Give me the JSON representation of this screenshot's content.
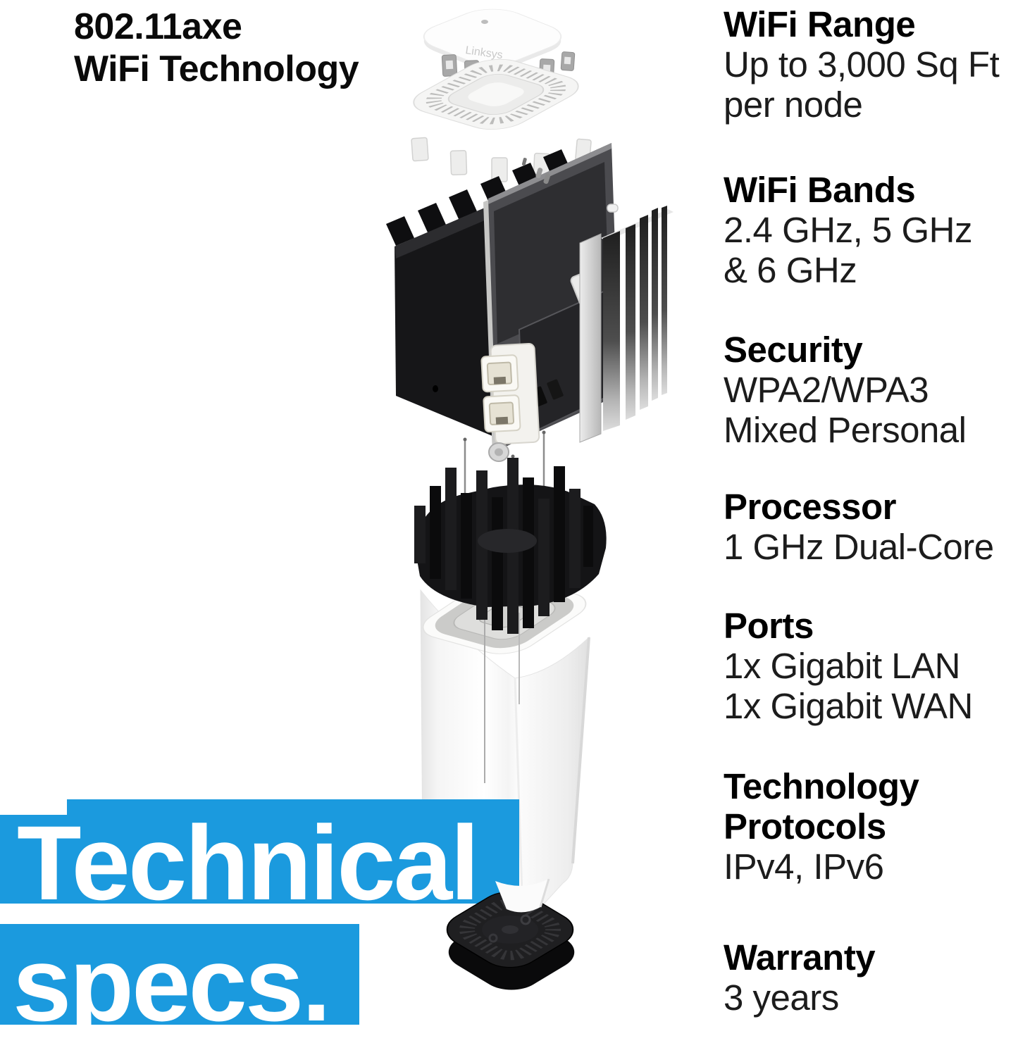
{
  "headline": {
    "line1": "802.11axe",
    "line2": "WiFi Technology"
  },
  "specs": [
    {
      "title": "WiFi Range",
      "lines": [
        "Up to 3,000 Sq Ft",
        "per node"
      ]
    },
    {
      "title": "WiFi Bands",
      "lines": [
        "2.4 GHz, 5 GHz",
        "& 6 GHz"
      ]
    },
    {
      "title": "Security",
      "lines": [
        "WPA2/WPA3",
        "Mixed Personal"
      ]
    },
    {
      "title": "Processor",
      "lines": [
        "1 GHz Dual-Core"
      ]
    },
    {
      "title": "Ports",
      "lines": [
        "1x Gigabit LAN",
        "1x Gigabit WAN"
      ]
    },
    {
      "title": "Technology Protocols",
      "lines": [
        "IPv4, IPv6"
      ]
    },
    {
      "title": "Warranty",
      "lines": [
        "3 years"
      ]
    }
  ],
  "banner": {
    "word1": "Technical",
    "word2": "specs.",
    "color": "#1b9ade",
    "text_color": "#ffffff"
  },
  "device": {
    "lid_logo": "Linksys"
  },
  "colors": {
    "heading_text": "#0a0a0a",
    "body_text": "#1c1c1c",
    "accent_blue": "#1b9ade"
  }
}
